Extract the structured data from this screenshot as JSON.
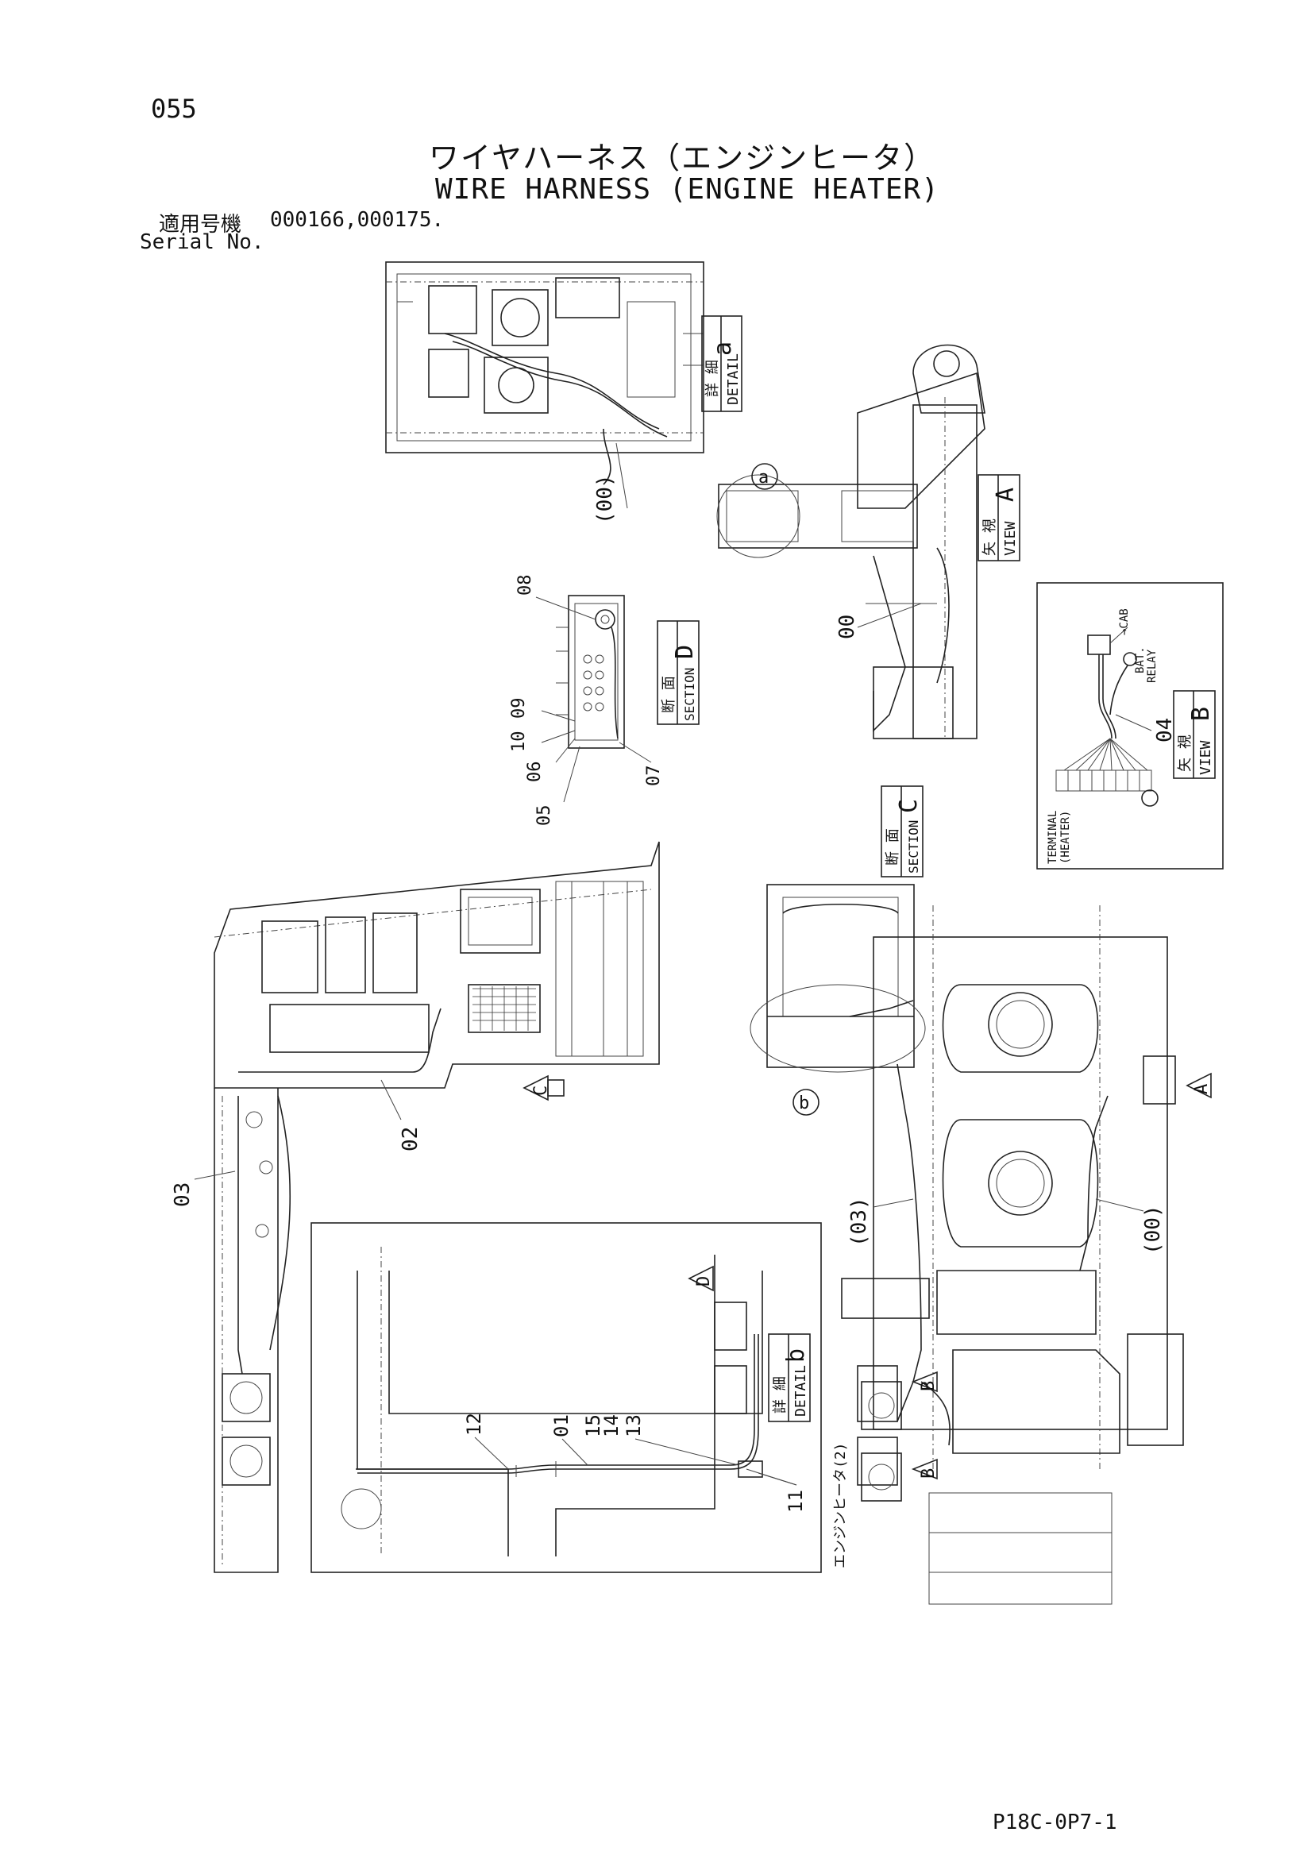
{
  "page_number": "055",
  "title_jp": "ワイヤハーネス（エンジンヒータ）",
  "title_en": "WIRE HARNESS (ENGINE HEATER)",
  "serial": {
    "label_jp": "適用号機",
    "value": "000166,000175.",
    "label_en": "Serial No."
  },
  "doc_code": "P18C-0P7-1",
  "labels": {
    "detail_a": {
      "jp": "詳 細",
      "en": "DETAIL",
      "letter": "a"
    },
    "detail_b": {
      "jp": "詳 細",
      "en": "DETAIL",
      "letter": "b"
    },
    "view_a": {
      "jp": "矢 視",
      "en": "VIEW",
      "letter": "A"
    },
    "view_b": {
      "jp": "矢 視",
      "en": "VIEW",
      "letter": "B"
    },
    "section_c": {
      "jp": "断 面",
      "en": "SECTION",
      "letter": "C"
    },
    "section_d": {
      "jp": "断 面",
      "en": "SECTION",
      "letter": "D"
    }
  },
  "view_b_notes": {
    "cab": "→CAB",
    "bat_relay_1": "BAT.",
    "bat_relay_2": "RELAY",
    "terminal_1": "TERMINAL",
    "terminal_2": "(HEATER)"
  },
  "circle_markers": {
    "a": "a",
    "b": "b"
  },
  "arrow_markers": {
    "A": "A",
    "B1": "B",
    "B2": "B",
    "C": "C",
    "D": "D"
  },
  "engine_heater_note": "エンジンヒータ(2)",
  "part_callouts": {
    "p00_top": "(00)",
    "p00_view_a": "00",
    "p00_main": "(00)",
    "p01": "01",
    "p02": "02",
    "p03": "03",
    "p03_main": "(03)",
    "p04": "04",
    "p05": "05",
    "p06": "06",
    "p07": "07",
    "p08": "08",
    "p09": "09",
    "p10": "10",
    "p11": "11",
    "p12": "12",
    "p13": "13",
    "p14": "14",
    "p15": "15"
  }
}
